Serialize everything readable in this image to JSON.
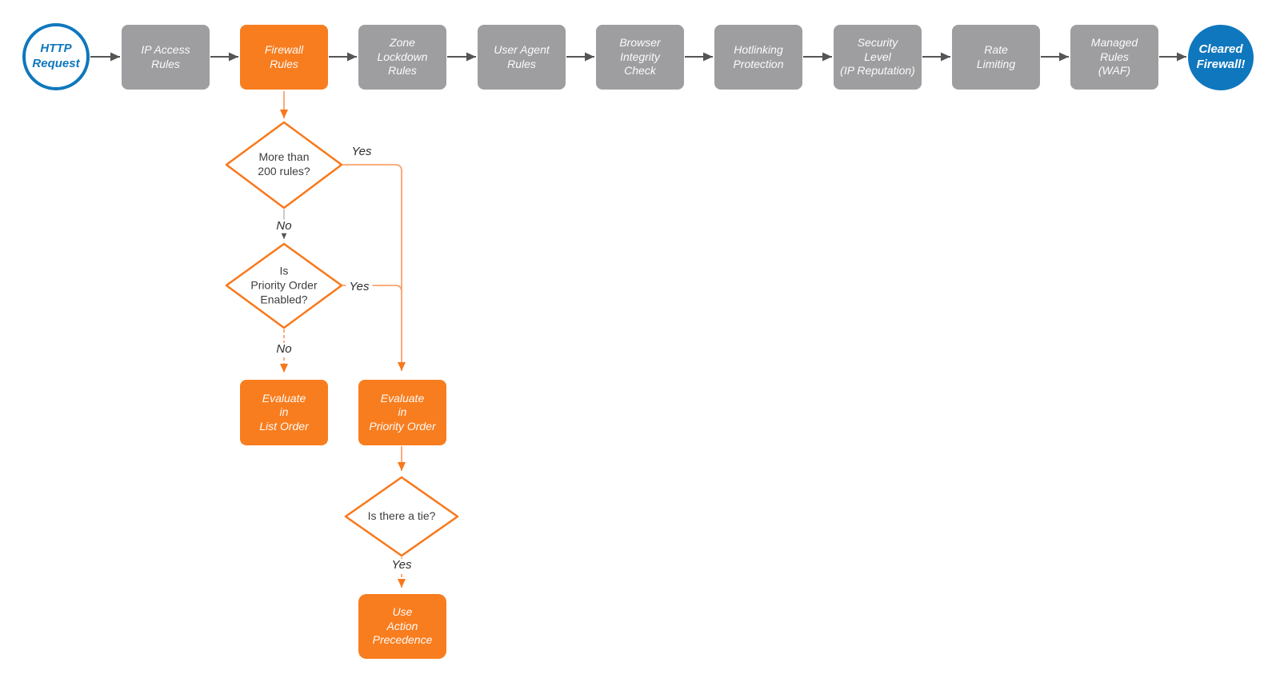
{
  "diagram": {
    "title_hint": "Cloudflare firewall request evaluation flowchart",
    "colors": {
      "orange_fill": "#f87d1e",
      "orange_stroke": "#f8781b",
      "orange_line_light": "#f9a26b",
      "gray_fill": "#9e9ea1",
      "blue": "#0f77bd",
      "dark_line": "#555555",
      "light_gray_line": "#b9b9b9",
      "diamond_text": "#3e3e3e",
      "background": "#ffffff"
    },
    "start": {
      "label": "HTTP\nRequest"
    },
    "end": {
      "label": "Cleared\nFirewall!"
    },
    "steps": [
      {
        "label": "IP Access\nRules"
      },
      {
        "label": "Firewall\nRules"
      },
      {
        "label": "Zone\nLockdown\nRules"
      },
      {
        "label": "User Agent\nRules"
      },
      {
        "label": "Browser\nIntegrity\nCheck"
      },
      {
        "label": "Hotlinking\nProtection"
      },
      {
        "label": "Security\nLevel\n(IP Reputation)"
      },
      {
        "label": "Rate\nLimiting"
      },
      {
        "label": "Managed\nRules\n(WAF)"
      }
    ],
    "decisions": [
      {
        "label": "More than\n200 rules?",
        "yes": "Yes",
        "no": "No"
      },
      {
        "label": "Is\nPriority Order\nEnabled?",
        "yes": "Yes",
        "no": "No"
      },
      {
        "label": "Is there a tie?",
        "yes": "Yes"
      }
    ],
    "actions": [
      {
        "label": "Evaluate\nin\nList Order"
      },
      {
        "label": "Evaluate\nin\nPriority Order"
      },
      {
        "label": "Use\nAction\nPrecedence"
      }
    ]
  }
}
